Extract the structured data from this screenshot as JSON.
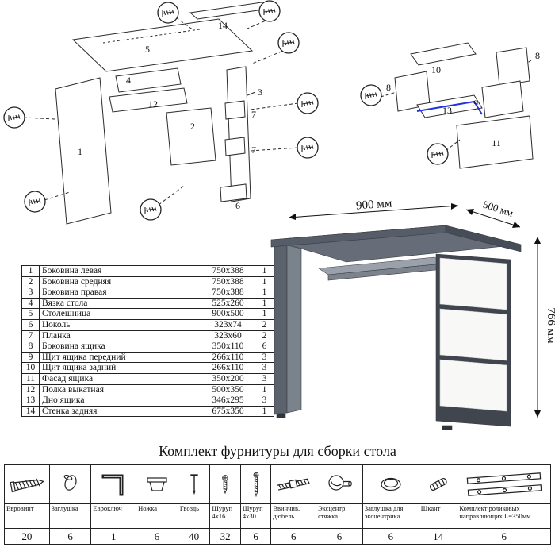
{
  "sheet": {
    "hardware_title": "Комплект фурнитуры для сборки стола"
  },
  "desk_render": {
    "width_label": "900 мм",
    "depth_label": "500 мм",
    "height_label": "766 мм"
  },
  "diagram": {
    "left_labels": [
      "14",
      "5",
      "4",
      "12",
      "2",
      "3",
      "7",
      "7",
      "1",
      "6"
    ],
    "right_labels": [
      "10",
      "8",
      "8",
      "9",
      "13",
      "11"
    ]
  },
  "parts_table": {
    "rows": [
      {
        "num": "1",
        "name": "Боковина левая",
        "size": "750x388",
        "qty": "1"
      },
      {
        "num": "2",
        "name": "Боковина средняя",
        "size": "750x388",
        "qty": "1"
      },
      {
        "num": "3",
        "name": "Боковина правая",
        "size": "750x388",
        "qty": "1"
      },
      {
        "num": "4",
        "name": "Вязка стола",
        "size": "525x260",
        "qty": "1"
      },
      {
        "num": "5",
        "name": "Столешница",
        "size": "900x500",
        "qty": "1"
      },
      {
        "num": "6",
        "name": "Цоколь",
        "size": "323x74",
        "qty": "2"
      },
      {
        "num": "7",
        "name": "Планка",
        "size": "323x60",
        "qty": "2"
      },
      {
        "num": "8",
        "name": "Боковина ящика",
        "size": "350x110",
        "qty": "6"
      },
      {
        "num": "9",
        "name": "Щит ящика передний",
        "size": "266x110",
        "qty": "3"
      },
      {
        "num": "10",
        "name": "Щит ящика задний",
        "size": "266x110",
        "qty": "3"
      },
      {
        "num": "11",
        "name": "Фасад ящика",
        "size": "350x200",
        "qty": "3"
      },
      {
        "num": "12",
        "name": "Полка выкатная",
        "size": "500x350",
        "qty": "1"
      },
      {
        "num": "13",
        "name": "Дно ящика",
        "size": "346x295",
        "qty": "3"
      },
      {
        "num": "14",
        "name": "Стенка задняя",
        "size": "675x350",
        "qty": "1"
      }
    ]
  },
  "hardware_table": {
    "items": [
      {
        "name": "Евровинт",
        "qty": "20"
      },
      {
        "name": "Заглушка",
        "qty": "6"
      },
      {
        "name": "Евроключ",
        "qty": "1"
      },
      {
        "name": "Ножка",
        "qty": "6"
      },
      {
        "name": "Гвоздь",
        "qty": "40"
      },
      {
        "name": "Шуруп 4х16",
        "qty": "32"
      },
      {
        "name": "Шуруп 4х30",
        "qty": "6"
      },
      {
        "name": "Ввинчив. дюбель",
        "qty": "6"
      },
      {
        "name": "Эксцентр. стяжка",
        "qty": "6"
      },
      {
        "name": "Заглушка для эксцентрика",
        "qty": "6"
      },
      {
        "name": "Шкант",
        "qty": "14"
      },
      {
        "name": "Комплект роликовых направляющих L=350мм",
        "qty": "6"
      }
    ]
  }
}
